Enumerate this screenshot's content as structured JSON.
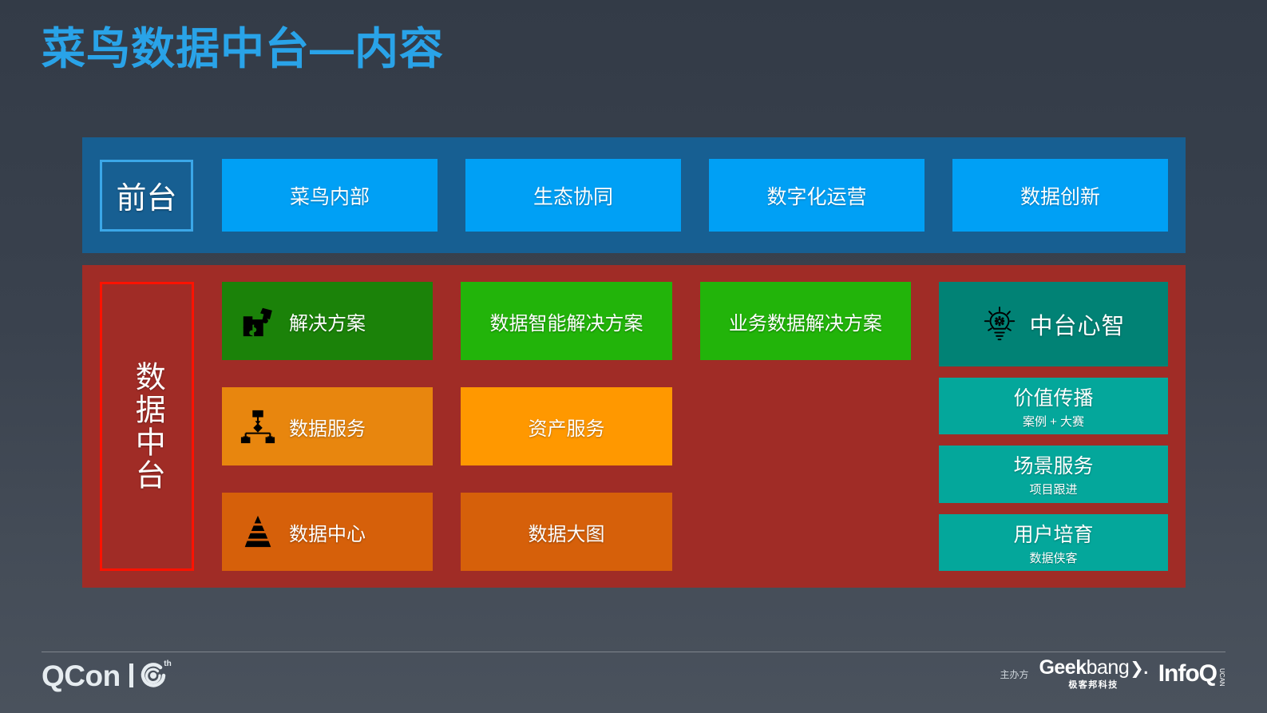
{
  "slide": {
    "title": "菜鸟数据中台—内容",
    "title_color": "#29a3e8",
    "background_top": "#333b47",
    "background_bottom": "#4a525d"
  },
  "front_panel": {
    "panel_color": "#175f92",
    "label": "前台",
    "label_border_color": "#3ba7e8",
    "cell_color": "#00a0f5",
    "cells": [
      {
        "label": "菜鸟内部"
      },
      {
        "label": "生态协同"
      },
      {
        "label": "数字化运营"
      },
      {
        "label": "数据创新"
      }
    ]
  },
  "mid_panel": {
    "panel_color": "#a02c26",
    "label": "数据中台",
    "label_border_color": "#ff1200",
    "grid": [
      {
        "label": "解决方案",
        "icon": "puzzle-icon",
        "color": "#1b8209",
        "has_icon": true,
        "empty": false
      },
      {
        "label": "数据智能解决方案",
        "icon": null,
        "color": "#22b40a",
        "has_icon": false,
        "empty": false
      },
      {
        "label": "业务数据解决方案",
        "icon": null,
        "color": "#22b40a",
        "has_icon": false,
        "empty": false
      },
      {
        "label": "数据服务",
        "icon": "flowchart-icon",
        "color": "#e8860e",
        "has_icon": true,
        "empty": false
      },
      {
        "label": "资产服务",
        "icon": null,
        "color": "#ff9800",
        "has_icon": false,
        "empty": false
      },
      {
        "label": "",
        "icon": null,
        "color": "transparent",
        "has_icon": false,
        "empty": true
      },
      {
        "label": "数据中心",
        "icon": "pyramid-icon",
        "color": "#d6600a",
        "has_icon": true,
        "empty": false
      },
      {
        "label": "数据大图",
        "icon": null,
        "color": "#d6600a",
        "has_icon": false,
        "empty": false
      },
      {
        "label": "",
        "icon": null,
        "color": "transparent",
        "has_icon": false,
        "empty": true
      }
    ],
    "teal_column": {
      "hero": {
        "label": "中台心智",
        "icon": "lightbulb-gear-icon",
        "color": "#018275"
      },
      "item_color": "#04a79b",
      "items": [
        {
          "title": "价值传播",
          "subtitle": "案例 + 大赛"
        },
        {
          "title": "场景服务",
          "subtitle": "项目跟进"
        },
        {
          "title": "用户培育",
          "subtitle": "数据侠客"
        }
      ]
    }
  },
  "footer": {
    "qcon_word": "QCon",
    "qcon_anniversary": "th",
    "sponsor_label": "主办方",
    "geekbang_en_1": "Geek",
    "geekbang_en_2": "bang",
    "geekbang_arrow": "❯.",
    "geekbang_cn": "极客邦科技",
    "infoq_word": "InfoQ",
    "infoq_side": "UCAN"
  }
}
